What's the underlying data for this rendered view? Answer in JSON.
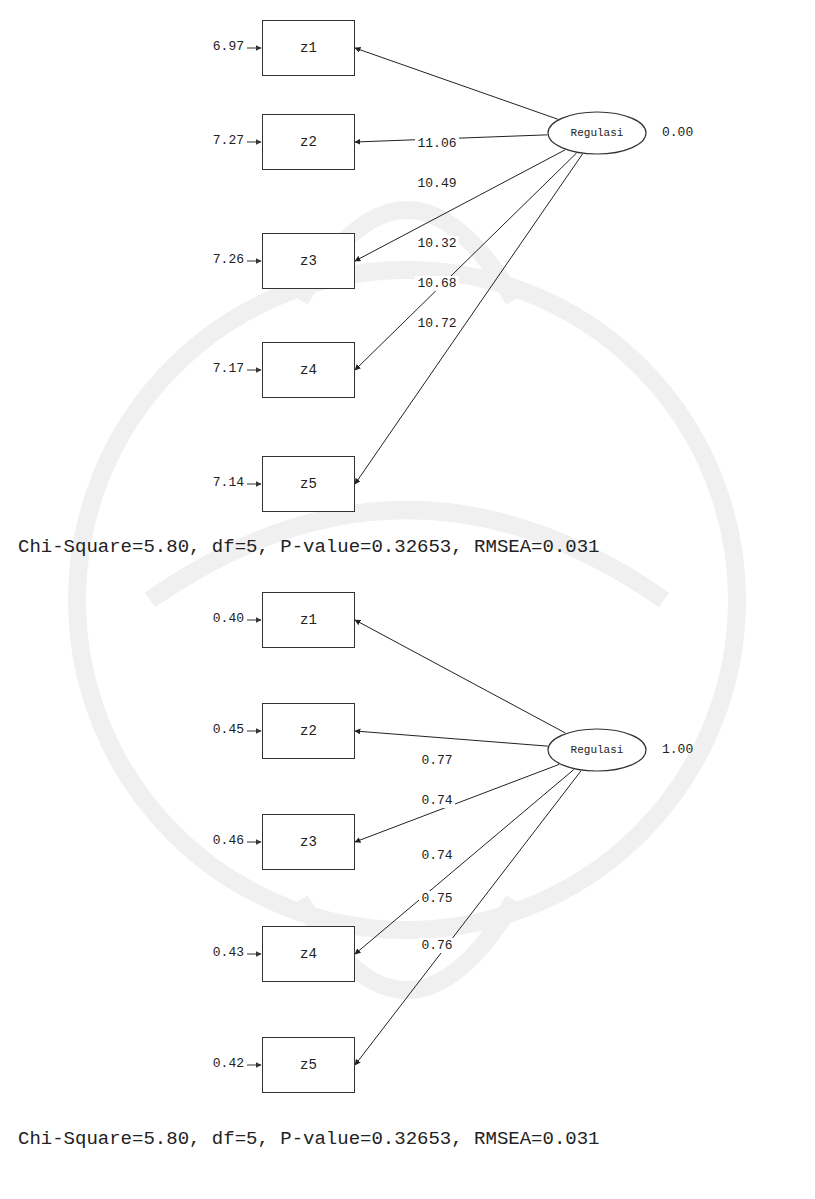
{
  "diagram": {
    "nodes": [
      {
        "text": [
          "z1"
        ]
      },
      {
        "text": [
          "z2"
        ]
      },
      {
        "text": [
          "z3"
        ]
      },
      {
        "text": [
          "z4"
        ]
      },
      {
        "text": [
          "z5"
        ]
      },
      {
        "text": [
          "Regulasi"
        ]
      },
      {
        "text": [
          "z1"
        ]
      },
      {
        "text": [
          "z2"
        ]
      },
      {
        "text": [
          "z3"
        ]
      },
      {
        "text": [
          "z4"
        ]
      },
      {
        "text": [
          "z5"
        ]
      },
      {
        "text": [
          "Regulasi"
        ]
      }
    ],
    "edges": [
      {
        "from": 5,
        "to": 0,
        "arrow": "to",
        "label": "11.06"
      },
      {
        "from": 5,
        "to": 1,
        "arrow": "to",
        "label": "10.49"
      },
      {
        "from": 5,
        "to": 2,
        "arrow": "to",
        "label": "10.32"
      },
      {
        "from": 5,
        "to": 3,
        "arrow": "to",
        "label": "10.68"
      },
      {
        "from": 5,
        "to": 4,
        "arrow": "to",
        "label": "10.72"
      },
      {
        "from": 11,
        "to": 6,
        "arrow": "to",
        "label": "0.77"
      },
      {
        "from": 11,
        "to": 7,
        "arrow": "to",
        "label": "0.74"
      },
      {
        "from": 11,
        "to": 8,
        "arrow": "to",
        "label": "0.74"
      },
      {
        "from": 11,
        "to": 9,
        "arrow": "to",
        "label": "0.75"
      },
      {
        "from": 11,
        "to": 10,
        "arrow": "to",
        "label": "0.76"
      }
    ],
    "labels": [
      "6.97",
      "7.27",
      "7.26",
      "7.17",
      "7.14",
      "0.00",
      "Chi-Square=5.80, df=5, P-value=0.32653, RMSEA=0.031",
      "0.40",
      "0.45",
      "0.46",
      "0.43",
      "0.42",
      "1.00",
      "Chi-Square=5.80, df=5, P-value=0.32653, RMSEA=0.031"
    ]
  }
}
